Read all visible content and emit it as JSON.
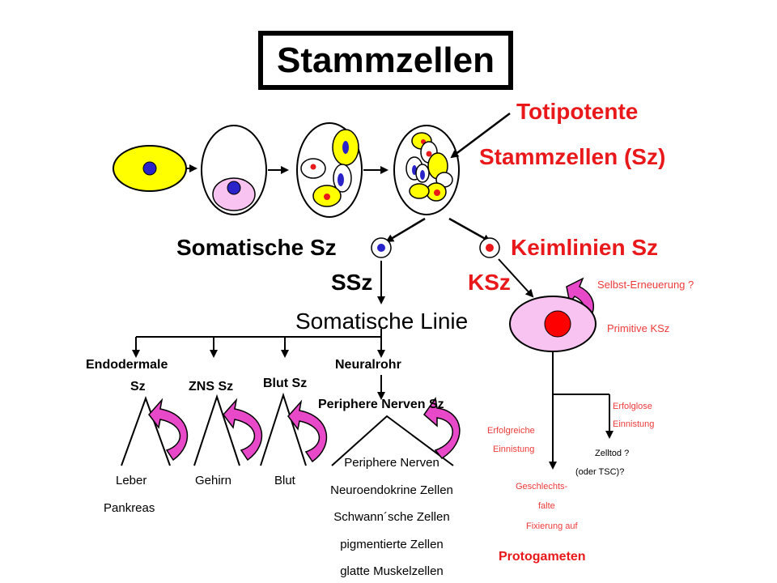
{
  "title": "Stammzellen",
  "totipotent": {
    "line1": "Totipotente",
    "line2": "Stammzellen (Sz)"
  },
  "somatic": {
    "label": "Somatische Sz",
    "abbr": "SSz",
    "line": "Somatische Linie"
  },
  "germline": {
    "label": "Keimlinien Sz",
    "abbr": "KSz",
    "self_renewal": "Selbst-Erneuerung ?",
    "primitive": "Primitive KSz"
  },
  "branches": {
    "endoderm": {
      "line1": "Endodermale",
      "line2": "Sz",
      "products": [
        "Leber",
        "Pankreas"
      ]
    },
    "zns": {
      "label": "ZNS Sz",
      "products": [
        "Gehirn"
      ]
    },
    "blood": {
      "label": "Blut Sz",
      "products": [
        "Blut"
      ]
    },
    "neural": {
      "label": "Neuralrohr",
      "sub": "Periphere Nerven Sz",
      "products": [
        "Periphere Nerven",
        "Neuroendokrine Zellen",
        "Schwann´sche Zellen",
        "pigmentierte Zellen",
        "glatte Muskelzellen"
      ]
    }
  },
  "germ_outcomes": {
    "success": {
      "line1": "Erfolgreiche",
      "line2": "Einnistung"
    },
    "fail": {
      "line1": "Erfolglose",
      "line2": "Einnistung"
    },
    "death": {
      "line1": "Zelltod ?",
      "line2": "(oder TSC)?"
    },
    "folds": {
      "line1": "Geschlechts-",
      "line2": "falte",
      "line3": "Fixierung auf"
    },
    "protogametes": "Protogameten"
  },
  "colors": {
    "yellow": "#ffff00",
    "blue_nucleus": "#2a23c9",
    "red_nucleus": "#e8181b",
    "pink": "#f9c3f1",
    "magenta": "#e849c8",
    "red_text": "#e8181b"
  }
}
